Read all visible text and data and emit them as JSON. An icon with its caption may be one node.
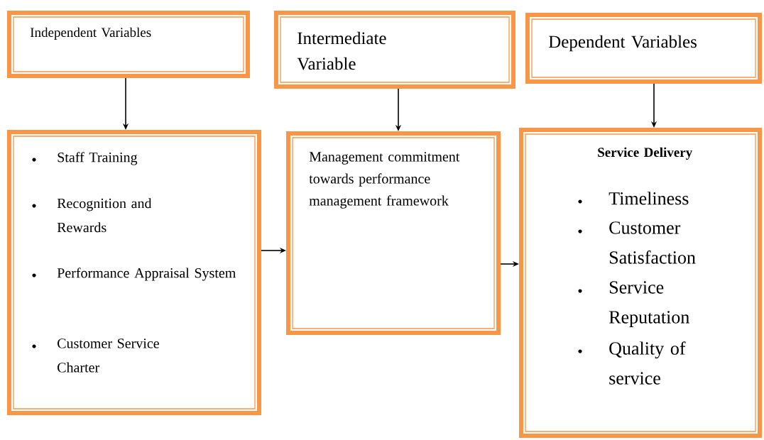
{
  "diagram": {
    "nodes": [
      {
        "text": [
          "Independent Variables"
        ]
      },
      {
        "text": [
          "Intermediate Variable"
        ]
      },
      {
        "text": [
          "Dependent Variables"
        ]
      },
      {
        "text": [
          "Staff Training",
          "Recognition and Rewards",
          "Performance Appraisal System",
          "Customer Service Charter"
        ]
      },
      {
        "text": [
          "Management commitment towards performance management framework"
        ]
      },
      {
        "text": [
          "Service Delivery",
          "Timeliness",
          "Customer Satisfaction",
          "Service Reputation",
          "Quality of service"
        ]
      }
    ],
    "edges": [
      {
        "from": 0,
        "to": 3,
        "arrow": "to"
      },
      {
        "from": 1,
        "to": 4,
        "arrow": "to"
      },
      {
        "from": 2,
        "to": 5,
        "arrow": "to"
      },
      {
        "from": 3,
        "to": 4,
        "arrow": "to"
      },
      {
        "from": 4,
        "to": 5,
        "arrow": "to"
      }
    ]
  }
}
